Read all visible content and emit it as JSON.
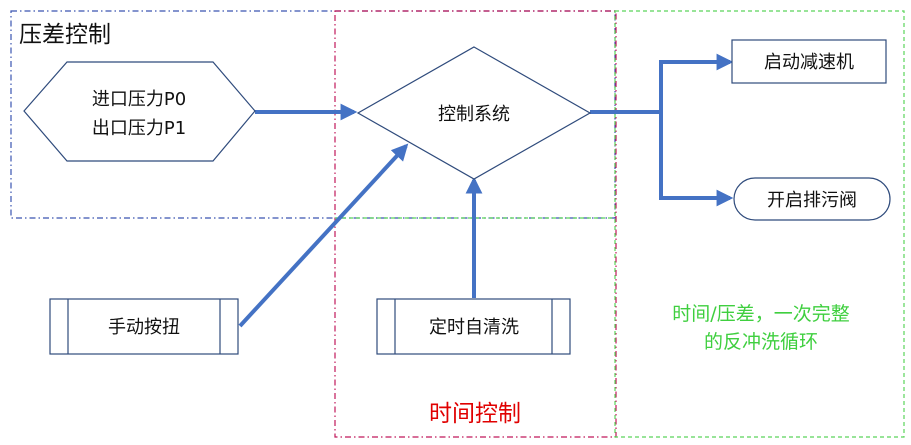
{
  "regions": {
    "pressure_label": "压差控制",
    "time_label": "时间控制",
    "cycle_note_line1": "时间/压差，一次完整",
    "cycle_note_line2": "的反冲洗循环"
  },
  "nodes": {
    "input_line1": "进口压力P0",
    "input_line2": "出口压力P1",
    "control_system": "控制系统",
    "manual_button": "手动按扭",
    "timed_cleaning": "定时自清洗",
    "start_reducer": "启动减速机",
    "open_drain_valve": "开启排污阀"
  },
  "colors": {
    "arrow": "#4472C4",
    "shape_stroke": "#2F4B7C",
    "pressure_region": "#3A55B0",
    "time_region": "#C0185A",
    "cycle_region": "#5BD45B",
    "cycle_text": "#3FCF3F",
    "time_text": "#E00000",
    "text": "#111111"
  }
}
